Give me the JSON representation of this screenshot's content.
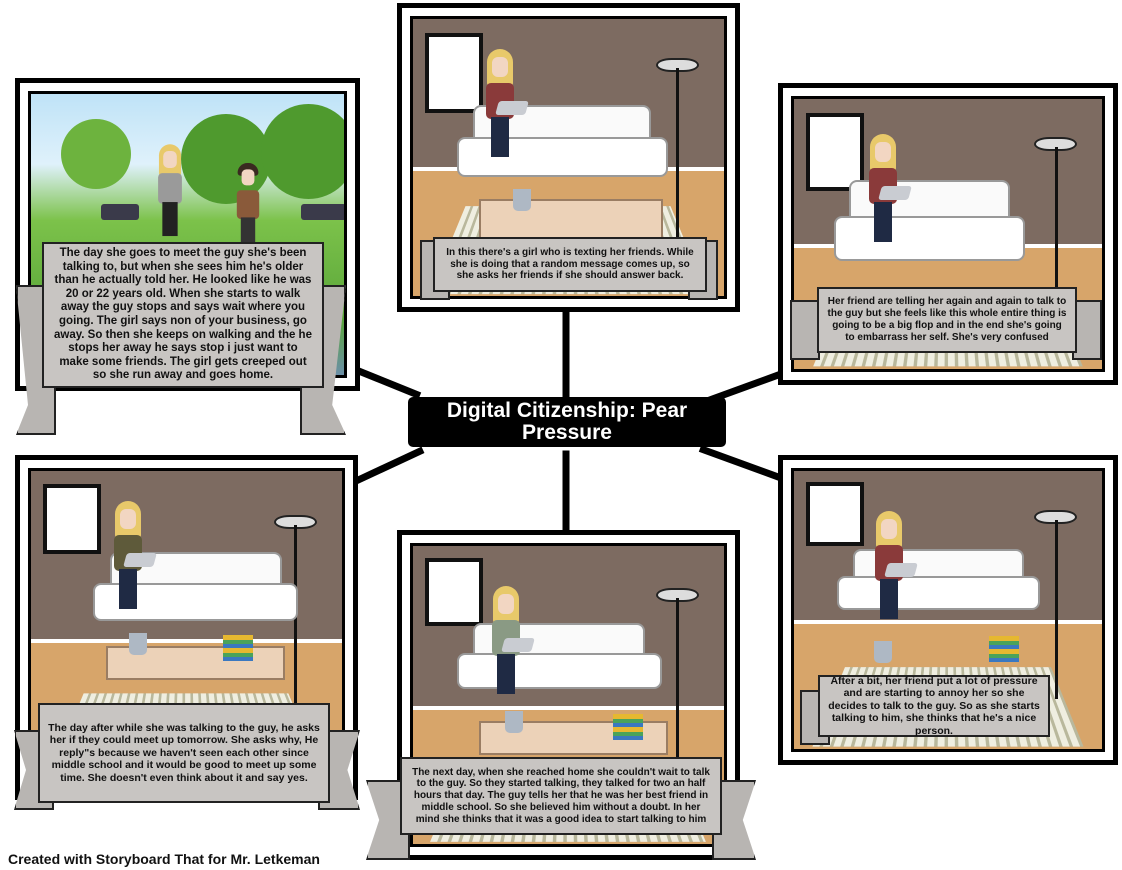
{
  "title": "Digital Citizenship: Pear Pressure",
  "footer": "Created with Storyboard That for Mr. Letkeman",
  "colors": {
    "wall": "#7d6b61",
    "floor": "#d7a56a",
    "caption_bg": "#c8c5c2",
    "title_bg": "#000000"
  },
  "panels": [
    {
      "scene": "park",
      "caption": "The day she goes to meet the guy she's been talking to, but when she sees him he's older than he actually told her. He looked like he was 20 or 22 years old. When she starts to walk away the guy stops and says wait where you going. The girl says non of your business, go away. So then she keeps on walking and the he stops her away he says stop i just want to make some friends. The girl gets creeped out so she run away and goes home."
    },
    {
      "scene": "living-room",
      "caption": "In this there's a girl who is texting her friends. While she is doing that a random message comes up, so she asks her friends if she should answer back."
    },
    {
      "scene": "living-room",
      "caption": "Her friend are telling her again and again to talk to the guy but she feels like this whole entire thing is going to be a big flop and in the end she's going to embarrass her self. She's very confused"
    },
    {
      "scene": "living-room",
      "caption": "The day after while she was talking to the guy, he asks her if they could meet up tomorrow. She asks why, He reply\"s because we haven't seen each other since middle school and it would be good to meet up some time. She doesn't even think about it and say yes."
    },
    {
      "scene": "living-room",
      "caption": "The next day, when she reached home she couldn't wait to talk to the guy. So they started talking, they talked for two an half hours that day. The guy tells her that he was her best friend in middle school. So she believed him without a doubt. In her mind she thinks that it was a good idea to start talking to him"
    },
    {
      "scene": "living-room",
      "caption": "After a bit, her friend put a lot of pressure and are starting to annoy her so she decides to talk to the guy. So as she starts talking to him, she thinks that he's a nice person."
    }
  ]
}
